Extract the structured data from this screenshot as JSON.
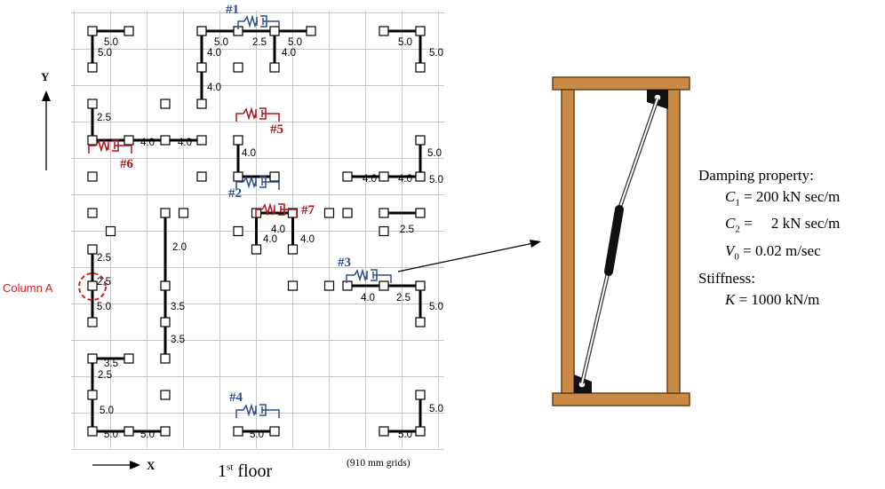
{
  "plan": {
    "grid_note": "(910 mm grids)",
    "floor_ord": "1",
    "floor_sup": "st",
    "floor_word": "floor",
    "axis_x": "X",
    "axis_y": "Y",
    "column_label": "Column A",
    "dampers": [
      {
        "label": "#1",
        "color": "#2e4b8c"
      },
      {
        "label": "#2",
        "color": "#2e4b8c"
      },
      {
        "label": "#3",
        "color": "#2e4b8c"
      },
      {
        "label": "#4",
        "color": "#2e4b8c"
      },
      {
        "label": "#5",
        "color": "#b0121b"
      },
      {
        "label": "#6",
        "color": "#b0121b"
      },
      {
        "label": "#7",
        "color": "#b0121b"
      }
    ],
    "wall_labels": [
      "5.0",
      "2.5",
      "4.0",
      "3.5",
      "2.0"
    ]
  },
  "properties": {
    "damping_title": "Damping property:",
    "c1_sym": "C",
    "c1_sub": "1",
    "c1_val": "= 200 kN sec/m",
    "c2_sym": "C",
    "c2_sub": "2",
    "c2_val": "=     2 kN sec/m",
    "v0_sym": "V",
    "v0_sub": "0",
    "v0_val": "= 0.02 m/sec",
    "stiffness_title": "Stiffness:",
    "k_sym": "K",
    "k_val": "= 1000 kN/m"
  },
  "colors": {
    "blue": "#2e4b8c",
    "red": "#b0121b",
    "wood": "#c98a45",
    "wood_edge": "#6b4016",
    "grid": "#c8c8c8"
  }
}
